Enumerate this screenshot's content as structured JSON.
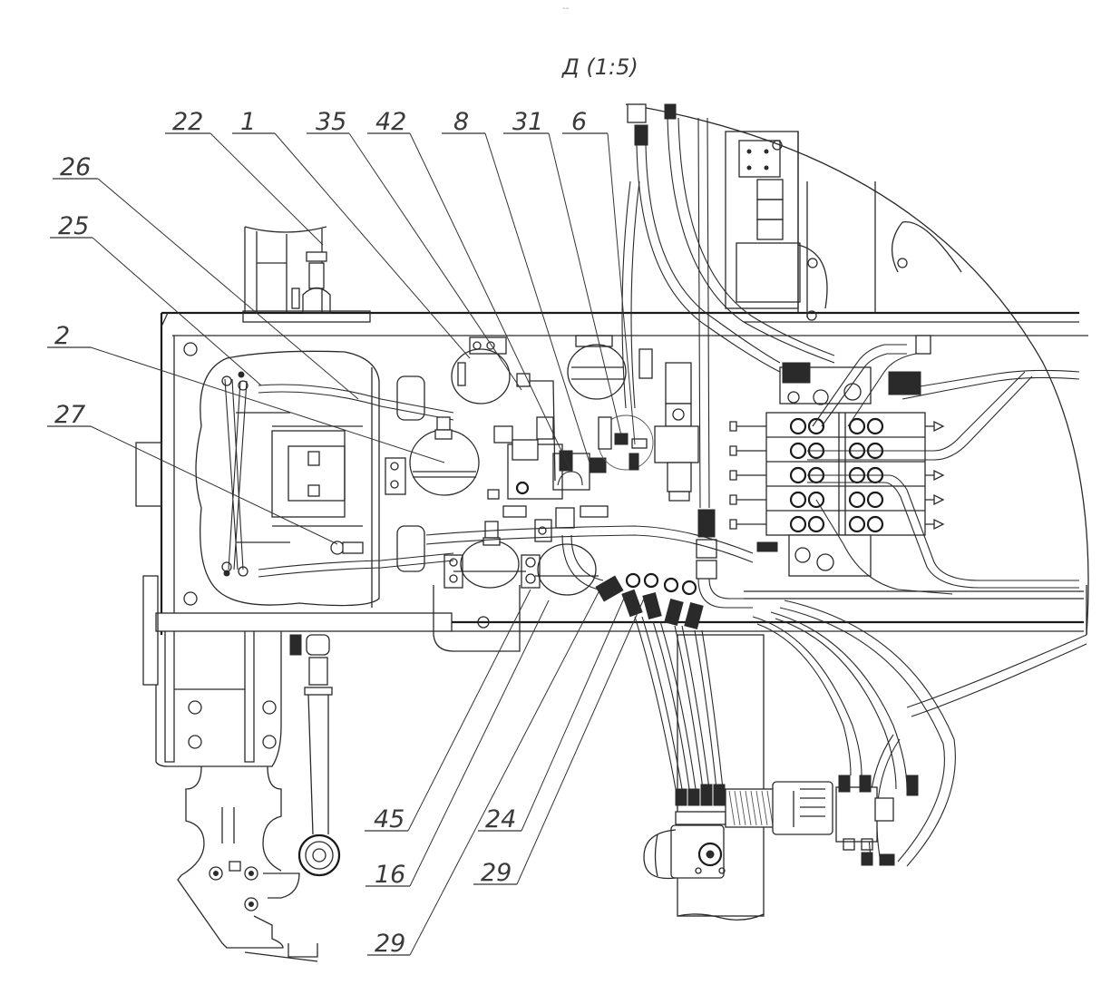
{
  "drawing": {
    "top_mark": "-- ",
    "view_title": "Д (1:5)",
    "view_letter": "Д",
    "view_scale": "(1:5)",
    "line_color": "#2a2a2a",
    "background": "#ffffff"
  },
  "callouts": [
    {
      "id": "c22",
      "label": "22"
    },
    {
      "id": "c1",
      "label": "1"
    },
    {
      "id": "c35",
      "label": "35"
    },
    {
      "id": "c42",
      "label": "42"
    },
    {
      "id": "c8",
      "label": "8"
    },
    {
      "id": "c31",
      "label": "31"
    },
    {
      "id": "c6",
      "label": "6"
    },
    {
      "id": "c26",
      "label": "26"
    },
    {
      "id": "c25",
      "label": "25"
    },
    {
      "id": "c2",
      "label": "2"
    },
    {
      "id": "c27",
      "label": "27"
    },
    {
      "id": "c45",
      "label": "45"
    },
    {
      "id": "c16",
      "label": "16"
    },
    {
      "id": "c29a",
      "label": "29"
    },
    {
      "id": "c24",
      "label": "24"
    },
    {
      "id": "c29b",
      "label": "29"
    }
  ]
}
